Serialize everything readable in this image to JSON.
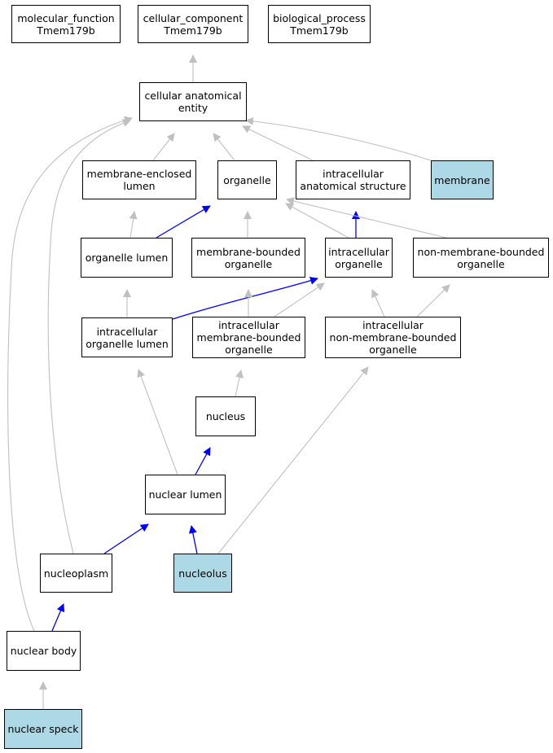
{
  "colors": {
    "highlight_fill": "#add8e6",
    "is_a_edge": "#c0c0c0",
    "part_of_edge": "#0000ff",
    "node_border": "#000000"
  },
  "nodes": {
    "molecular_function": "molecular_function\nTmem179b",
    "cellular_component": "cellular_component\nTmem179b",
    "biological_process": "biological_process\nTmem179b",
    "cellular_anatomical_entity": "cellular anatomical\nentity",
    "membrane_enclosed_lumen": "membrane-enclosed\nlumen",
    "organelle": "organelle",
    "intracellular_anatomical_structure": "intracellular\nanatomical structure",
    "membrane": "membrane",
    "organelle_lumen": "organelle lumen",
    "membrane_bounded_organelle": "membrane-bounded\norganelle",
    "intracellular_organelle": "intracellular\norganelle",
    "non_membrane_bounded_organelle": "non-membrane-bounded\norganelle",
    "intracellular_organelle_lumen": "intracellular\norganelle lumen",
    "intracellular_membrane_bounded_organelle": "intracellular\nmembrane-bounded\norganelle",
    "intracellular_non_membrane_bounded_organelle": "intracellular\nnon-membrane-bounded\norganelle",
    "nucleus": "nucleus",
    "nuclear_lumen": "nuclear lumen",
    "nucleoplasm": "nucleoplasm",
    "nucleolus": "nucleolus",
    "nuclear_body": "nuclear body",
    "nuclear_speck": "nuclear speck"
  },
  "highlighted": [
    "membrane",
    "nucleolus",
    "nuclear_speck"
  ],
  "edges": [
    {
      "from": "cellular_anatomical_entity",
      "to": "cellular_component",
      "type": "is_a"
    },
    {
      "from": "membrane_enclosed_lumen",
      "to": "cellular_anatomical_entity",
      "type": "is_a"
    },
    {
      "from": "organelle",
      "to": "cellular_anatomical_entity",
      "type": "is_a"
    },
    {
      "from": "intracellular_anatomical_structure",
      "to": "cellular_anatomical_entity",
      "type": "is_a"
    },
    {
      "from": "membrane",
      "to": "cellular_anatomical_entity",
      "type": "is_a"
    },
    {
      "from": "nucleoplasm",
      "to": "cellular_anatomical_entity",
      "type": "is_a"
    },
    {
      "from": "nuclear_body",
      "to": "cellular_anatomical_entity",
      "type": "is_a"
    },
    {
      "from": "organelle_lumen",
      "to": "membrane_enclosed_lumen",
      "type": "is_a"
    },
    {
      "from": "organelle_lumen",
      "to": "organelle",
      "type": "part_of"
    },
    {
      "from": "membrane_bounded_organelle",
      "to": "organelle",
      "type": "is_a"
    },
    {
      "from": "intracellular_organelle",
      "to": "organelle",
      "type": "is_a"
    },
    {
      "from": "intracellular_organelle",
      "to": "intracellular_anatomical_structure",
      "type": "part_of"
    },
    {
      "from": "non_membrane_bounded_organelle",
      "to": "organelle",
      "type": "is_a"
    },
    {
      "from": "intracellular_organelle_lumen",
      "to": "organelle_lumen",
      "type": "is_a"
    },
    {
      "from": "intracellular_organelle_lumen",
      "to": "intracellular_organelle",
      "type": "part_of"
    },
    {
      "from": "intracellular_membrane_bounded_organelle",
      "to": "membrane_bounded_organelle",
      "type": "is_a"
    },
    {
      "from": "intracellular_membrane_bounded_organelle",
      "to": "intracellular_organelle",
      "type": "is_a"
    },
    {
      "from": "intracellular_non_membrane_bounded_organelle",
      "to": "intracellular_organelle",
      "type": "is_a"
    },
    {
      "from": "intracellular_non_membrane_bounded_organelle",
      "to": "non_membrane_bounded_organelle",
      "type": "is_a"
    },
    {
      "from": "nucleus",
      "to": "intracellular_membrane_bounded_organelle",
      "type": "is_a"
    },
    {
      "from": "nuclear_lumen",
      "to": "intracellular_organelle_lumen",
      "type": "is_a"
    },
    {
      "from": "nuclear_lumen",
      "to": "nucleus",
      "type": "part_of"
    },
    {
      "from": "nucleoplasm",
      "to": "nuclear_lumen",
      "type": "part_of"
    },
    {
      "from": "nucleolus",
      "to": "nuclear_lumen",
      "type": "part_of"
    },
    {
      "from": "nucleolus",
      "to": "intracellular_non_membrane_bounded_organelle",
      "type": "is_a"
    },
    {
      "from": "nuclear_body",
      "to": "nucleoplasm",
      "type": "part_of"
    },
    {
      "from": "nuclear_speck",
      "to": "nuclear_body",
      "type": "is_a"
    }
  ]
}
